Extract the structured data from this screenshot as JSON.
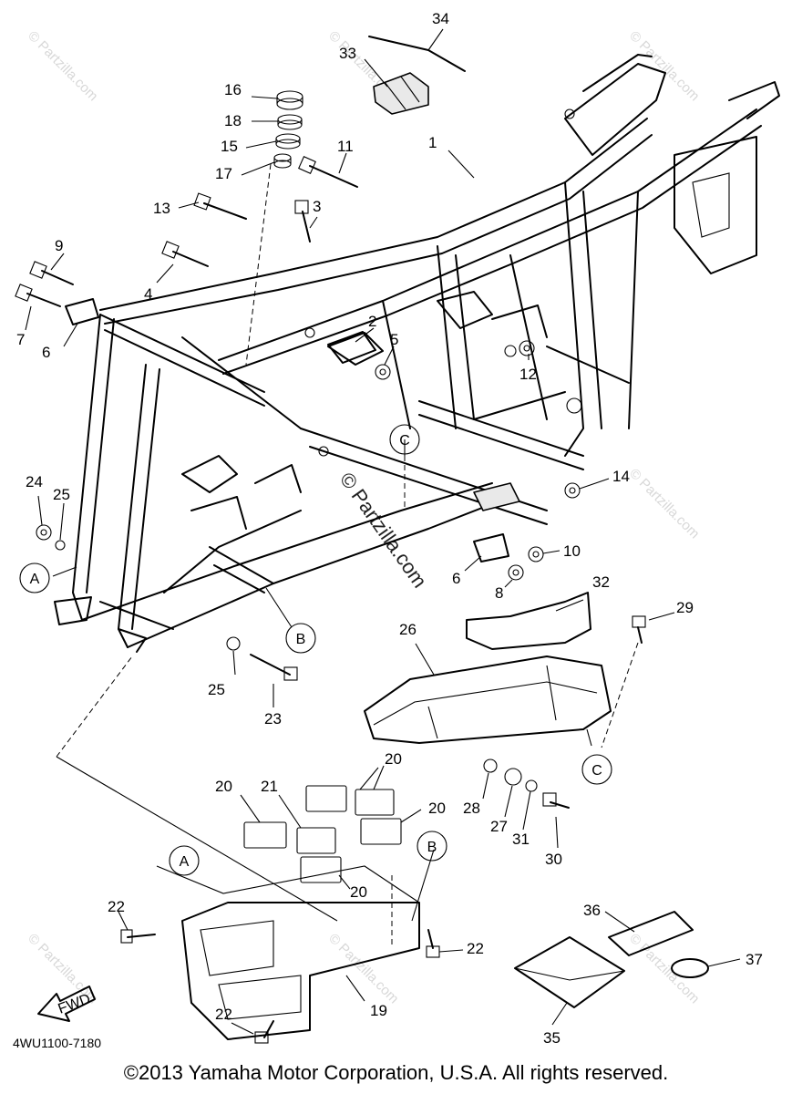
{
  "diagram": {
    "code": "4WU1100-7180",
    "copyright": "©2013 Yamaha Motor Corporation, U.S.A. All rights reserved.",
    "watermark": "© Partzilla.com",
    "fwd_label": "FWD",
    "reference_letters": [
      "A",
      "B",
      "C"
    ],
    "callouts": [
      "1",
      "2",
      "3",
      "4",
      "5",
      "6",
      "7",
      "8",
      "9",
      "10",
      "11",
      "12",
      "13",
      "14",
      "15",
      "16",
      "17",
      "18",
      "20",
      "21",
      "22",
      "23",
      "24",
      "25",
      "26",
      "27",
      "28",
      "29",
      "30",
      "31",
      "32",
      "33",
      "34",
      "35",
      "36",
      "37",
      "19"
    ]
  }
}
